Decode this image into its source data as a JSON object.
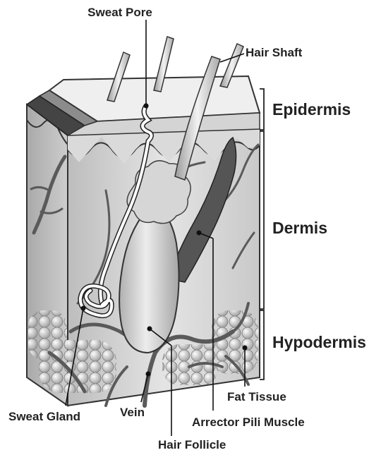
{
  "labels": {
    "sweat_pore": "Sweat Pore",
    "hair_shaft": "Hair Shaft",
    "epidermis": "Epidermis",
    "dermis": "Dermis",
    "hypodermis": "Hypodermis",
    "fat_tissue": "Fat Tissue",
    "arrector_pili_muscle": "Arrector Pili Muscle",
    "hair_follicle": "Hair Follicle",
    "vein": "Vein",
    "sweat_gland": "Sweat Gland"
  },
  "colors": {
    "label_text": "#222222",
    "leader_line": "#111111",
    "vessel": "#5a5a5a",
    "muscle": "#555555",
    "skin_face": "#cfcfcf",
    "skin_top": "#ececec"
  }
}
